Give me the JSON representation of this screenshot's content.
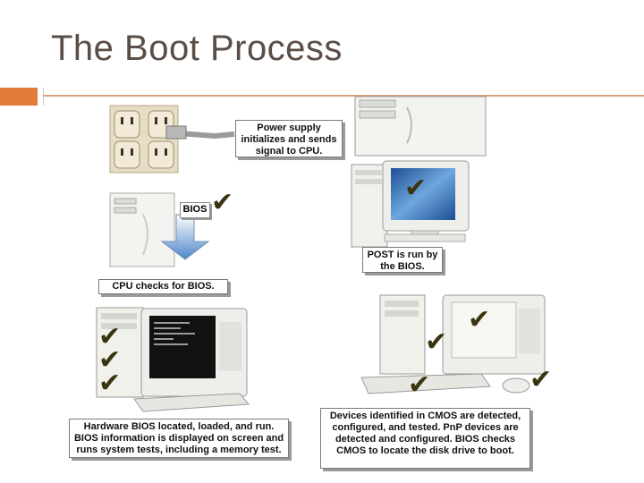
{
  "slide": {
    "title": "The Boot Process",
    "accent_color": "#e07b3c"
  },
  "callouts": {
    "power_supply": "Power supply initializes and sends signal to CPU.",
    "bios": "BIOS",
    "post": "POST is run by the BIOS.",
    "cpu_checks": "CPU checks for BIOS.",
    "hardware_bios": "Hardware BIOS located, loaded, and run. BIOS information is displayed on screen and runs system tests, including a memory test.",
    "devices": "Devices identified in CMOS are detected, configured, and tested. PnP devices are detected and configured. BIOS checks CMOS to locate the disk drive to boot."
  },
  "icons": [
    "power-outlet-icon",
    "computer-tower-icon",
    "monitor-icon",
    "checkmark-icon",
    "down-arrow-icon",
    "keyboard-icon",
    "mouse-icon"
  ]
}
